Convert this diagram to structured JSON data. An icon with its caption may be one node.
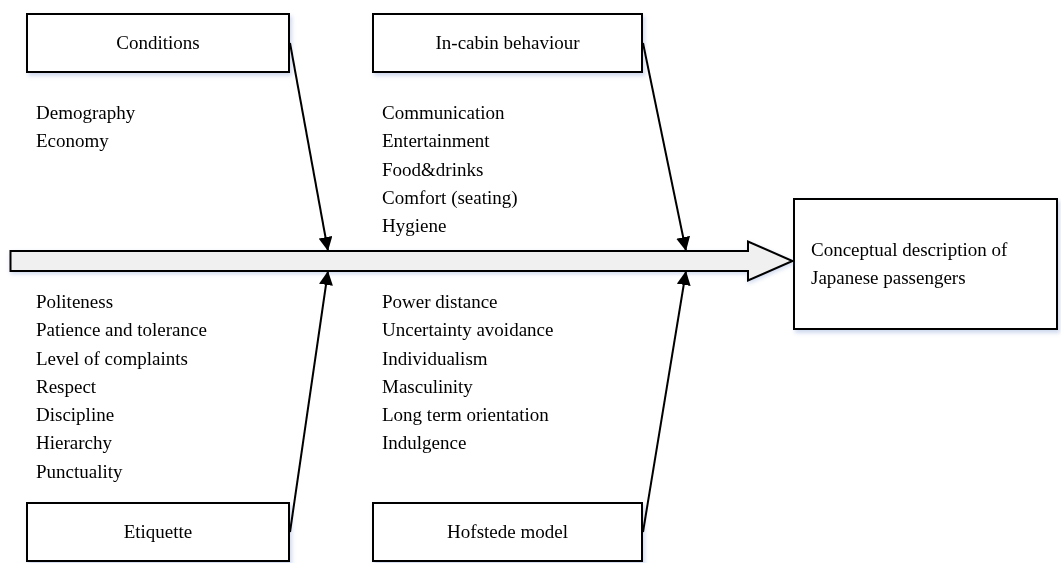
{
  "diagram": {
    "nodes": [
      {
        "text": [
          "Conditions"
        ],
        "beside": [
          "Demography",
          "Economy"
        ]
      },
      {
        "text": [
          "In-cabin behaviour"
        ],
        "beside": [
          "Communication",
          "Entertainment",
          "Food&drinks",
          "Comfort (seating)",
          "Hygiene"
        ]
      },
      {
        "text": [
          "Etiquette"
        ],
        "beside": [
          "Politeness",
          "Patience and tolerance",
          "Level of complaints",
          "Respect",
          "Discipline",
          "Hierarchy",
          "Punctuality"
        ]
      },
      {
        "text": [
          "Hofstede model"
        ],
        "beside": [
          "Power distance",
          "Uncertainty avoidance",
          "Individualism",
          "Masculinity",
          "Long term orientation",
          "Indulgence"
        ]
      },
      {
        "text": [
          "Conceptual description of Japanese passengers"
        ]
      },
      {
        "text": [],
        "shape": "arrow"
      }
    ],
    "edges": [
      {
        "from": 0,
        "to": 5,
        "arrow": "to"
      },
      {
        "from": 1,
        "to": 5,
        "arrow": "to"
      },
      {
        "from": 2,
        "to": 5,
        "arrow": "to"
      },
      {
        "from": 3,
        "to": 5,
        "arrow": "to"
      }
    ]
  }
}
